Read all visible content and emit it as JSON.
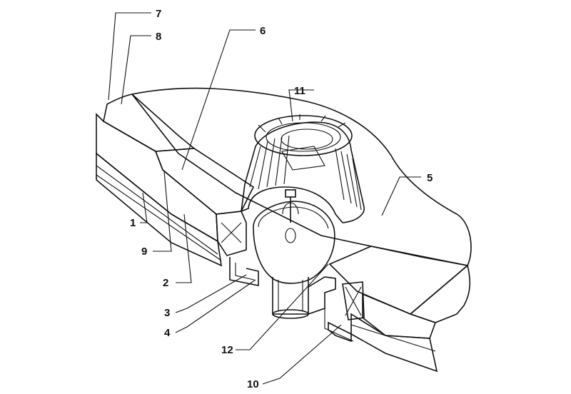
{
  "figure": {
    "callouts": [
      {
        "id": "c1",
        "text": "1"
      },
      {
        "id": "c2",
        "text": "2"
      },
      {
        "id": "c3",
        "text": "3"
      },
      {
        "id": "c4",
        "text": "4"
      },
      {
        "id": "c5",
        "text": "5"
      },
      {
        "id": "c6",
        "text": "6"
      },
      {
        "id": "c7",
        "text": "7"
      },
      {
        "id": "c8",
        "text": "8"
      },
      {
        "id": "c9",
        "text": "9"
      },
      {
        "id": "c10",
        "text": "10"
      },
      {
        "id": "c11",
        "text": "11"
      },
      {
        "id": "c12",
        "text": "12"
      }
    ]
  },
  "colors": {
    "ink": "#111111",
    "paper": "#ffffff"
  }
}
